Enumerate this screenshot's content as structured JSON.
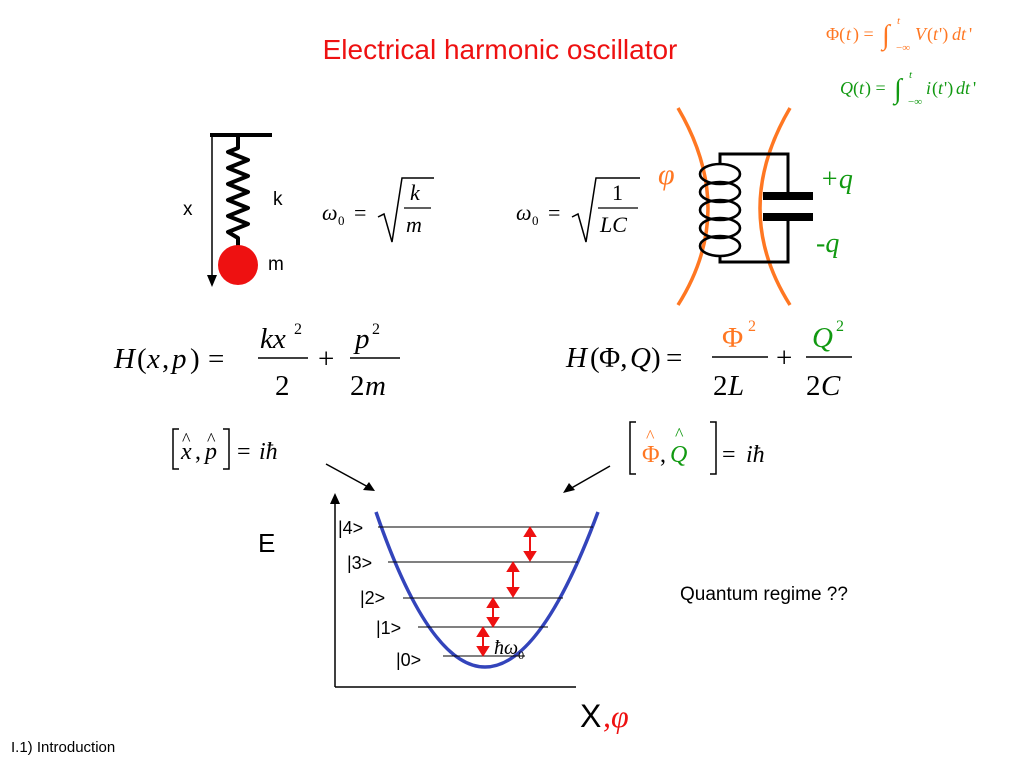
{
  "title": "Electrical harmonic oscillator",
  "mechanical": {
    "x_label": "x",
    "k_label": "k",
    "m_label": "m"
  },
  "circuit": {
    "phi_label": "φ",
    "plus_q": "+q",
    "minus_q": "-q"
  },
  "equations": {
    "flux_def": "Φ(t) = ∫_{-∞}^{t} V(t')dt'",
    "charge_def": "Q(t) = ∫_{-∞}^{t} i(t')dt'",
    "omega_mech": "ω0 = √(k/m)",
    "omega_lc": "ω0 = √(1/LC)",
    "H_mech": "H(x,p) = kx²/2 + p²/2m",
    "H_lc": "H(Φ,Q) = Φ²/2L + Q²/2C",
    "comm_mech": "[x̂, p̂] = iħ",
    "comm_lc": "[Φ̂, Q̂] = iħ"
  },
  "energy_diagram": {
    "y_axis": "E",
    "x_axis": "X",
    "x_axis_suffix": ",φ",
    "levels": [
      "|4>",
      "|3>",
      "|2>",
      "|1>",
      "|0>"
    ],
    "spacing_label": "ħω0"
  },
  "quantum_text": "Quantum regime ??",
  "footer": "I.1) Introduction",
  "colors": {
    "title": "#ee1111",
    "orange": "#ff7722",
    "green": "#119911",
    "parabola": "#3344bb",
    "arrow": "#ee1111",
    "mass": "#ee1111"
  }
}
